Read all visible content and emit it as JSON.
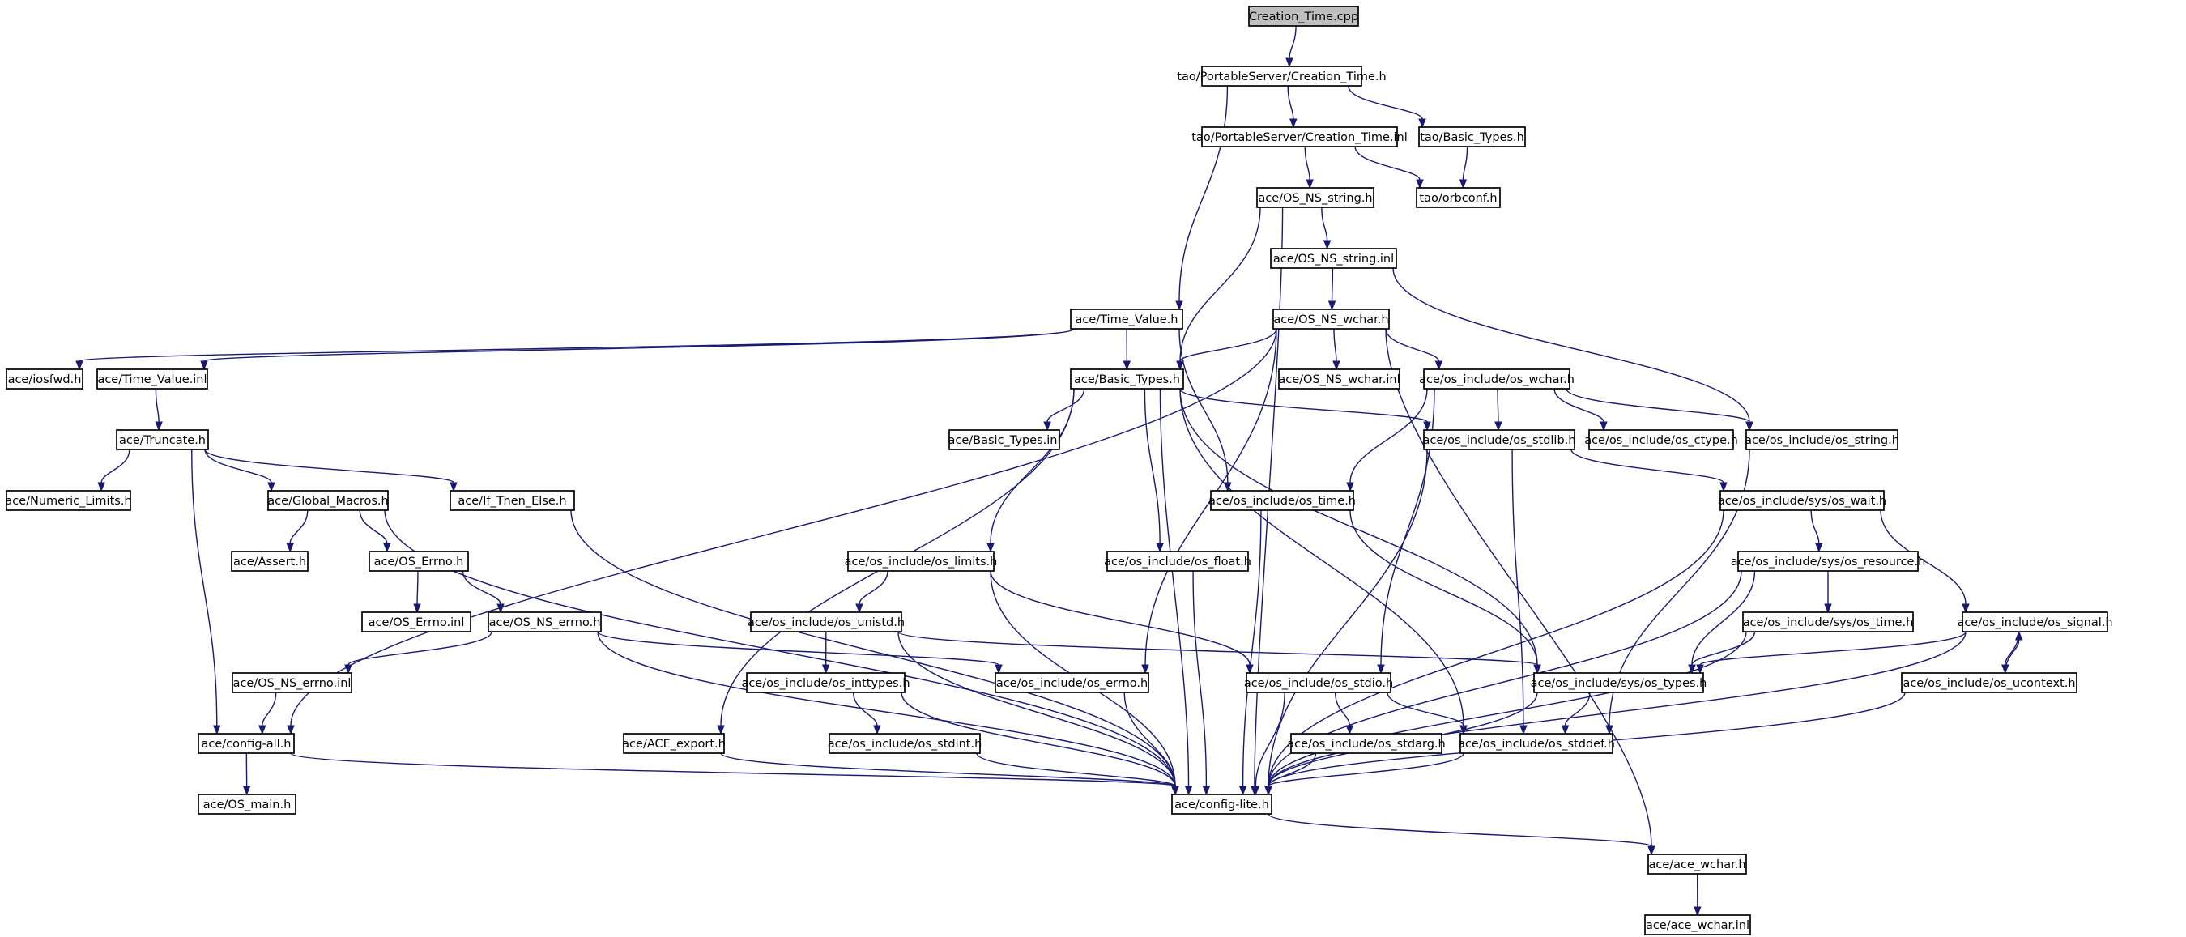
{
  "graph": {
    "nodes": [
      {
        "id": "creation_time_cpp",
        "label": "Creation_Time.cpp",
        "root": true
      },
      {
        "id": "creation_time_h",
        "label": "tao/PortableServer/Creation_Time.h"
      },
      {
        "id": "creation_time_inl",
        "label": "tao/PortableServer/Creation_Time.inl"
      },
      {
        "id": "tao_basic_types_h",
        "label": "tao/Basic_Types.h"
      },
      {
        "id": "orbconf_h",
        "label": "tao/orbconf.h"
      },
      {
        "id": "os_ns_string_h",
        "label": "ace/OS_NS_string.h"
      },
      {
        "id": "os_ns_string_inl",
        "label": "ace/OS_NS_string.inl"
      },
      {
        "id": "time_value_h",
        "label": "ace/Time_Value.h"
      },
      {
        "id": "os_ns_wchar_h",
        "label": "ace/OS_NS_wchar.h"
      },
      {
        "id": "iosfwd_h",
        "label": "ace/iosfwd.h"
      },
      {
        "id": "time_value_inl",
        "label": "ace/Time_Value.inl"
      },
      {
        "id": "ace_basic_types_h",
        "label": "ace/Basic_Types.h"
      },
      {
        "id": "os_ns_wchar_inl",
        "label": "ace/OS_NS_wchar.inl"
      },
      {
        "id": "os_wchar_h",
        "label": "ace/os_include/os_wchar.h"
      },
      {
        "id": "truncate_h",
        "label": "ace/Truncate.h"
      },
      {
        "id": "basic_types_inl",
        "label": "ace/Basic_Types.inl"
      },
      {
        "id": "os_stdlib_h",
        "label": "ace/os_include/os_stdlib.h"
      },
      {
        "id": "os_ctype_h",
        "label": "ace/os_include/os_ctype.h"
      },
      {
        "id": "os_string_h",
        "label": "ace/os_include/os_string.h"
      },
      {
        "id": "numeric_limits_h",
        "label": "ace/Numeric_Limits.h"
      },
      {
        "id": "global_macros_h",
        "label": "ace/Global_Macros.h"
      },
      {
        "id": "if_then_else_h",
        "label": "ace/If_Then_Else.h"
      },
      {
        "id": "os_time_h",
        "label": "ace/os_include/os_time.h"
      },
      {
        "id": "sys_os_wait_h",
        "label": "ace/os_include/sys/os_wait.h"
      },
      {
        "id": "assert_h",
        "label": "ace/Assert.h"
      },
      {
        "id": "os_errno_h",
        "label": "ace/OS_Errno.h"
      },
      {
        "id": "os_limits_h",
        "label": "ace/os_include/os_limits.h"
      },
      {
        "id": "os_float_h",
        "label": "ace/os_include/os_float.h"
      },
      {
        "id": "sys_os_resource_h",
        "label": "ace/os_include/sys/os_resource.h"
      },
      {
        "id": "os_errno_inl",
        "label": "ace/OS_Errno.inl"
      },
      {
        "id": "os_ns_errno_h",
        "label": "ace/OS_NS_errno.h"
      },
      {
        "id": "os_unistd_h",
        "label": "ace/os_include/os_unistd.h"
      },
      {
        "id": "sys_os_time_h",
        "label": "ace/os_include/sys/os_time.h"
      },
      {
        "id": "os_signal_h",
        "label": "ace/os_include/os_signal.h"
      },
      {
        "id": "os_ns_errno_inl",
        "label": "ace/OS_NS_errno.inl"
      },
      {
        "id": "os_inttypes_h",
        "label": "ace/os_include/os_inttypes.h"
      },
      {
        "id": "os_errno_ace_h",
        "label": "ace/os_include/os_errno.h"
      },
      {
        "id": "os_stdio_h",
        "label": "ace/os_include/os_stdio.h"
      },
      {
        "id": "sys_os_types_h",
        "label": "ace/os_include/sys/os_types.h"
      },
      {
        "id": "os_ucontext_h",
        "label": "ace/os_include/os_ucontext.h"
      },
      {
        "id": "config_all_h",
        "label": "ace/config-all.h"
      },
      {
        "id": "os_stdint_h",
        "label": "ace/os_include/os_stdint.h"
      },
      {
        "id": "ace_export_h",
        "label": "ace/ACE_export.h"
      },
      {
        "id": "os_stdarg_h",
        "label": "ace/os_include/os_stdarg.h"
      },
      {
        "id": "os_stddef_h",
        "label": "ace/os_include/os_stddef.h"
      },
      {
        "id": "os_main_h",
        "label": "ace/OS_main.h"
      },
      {
        "id": "config_lite_h",
        "label": "ace/config-lite.h"
      },
      {
        "id": "ace_wchar_h",
        "label": "ace/ace_wchar.h"
      },
      {
        "id": "ace_wchar_inl",
        "label": "ace/ace_wchar.inl"
      }
    ],
    "edges": [
      [
        "creation_time_cpp",
        "creation_time_h"
      ],
      [
        "creation_time_h",
        "creation_time_inl"
      ],
      [
        "creation_time_h",
        "tao_basic_types_h"
      ],
      [
        "creation_time_h",
        "time_value_h"
      ],
      [
        "creation_time_inl",
        "orbconf_h"
      ],
      [
        "creation_time_inl",
        "os_ns_string_h"
      ],
      [
        "tao_basic_types_h",
        "orbconf_h"
      ],
      [
        "os_ns_string_h",
        "os_ns_string_inl"
      ],
      [
        "os_ns_string_h",
        "ace_basic_types_h"
      ],
      [
        "os_ns_string_h",
        "config_lite_h"
      ],
      [
        "os_ns_string_inl",
        "os_ns_wchar_h"
      ],
      [
        "os_ns_string_inl",
        "os_string_h"
      ],
      [
        "time_value_h",
        "iosfwd_h"
      ],
      [
        "time_value_h",
        "time_value_inl"
      ],
      [
        "time_value_h",
        "ace_basic_types_h"
      ],
      [
        "time_value_h",
        "os_time_h"
      ],
      [
        "time_value_inl",
        "truncate_h"
      ],
      [
        "os_ns_wchar_h",
        "ace_basic_types_h"
      ],
      [
        "os_ns_wchar_h",
        "os_ns_wchar_inl"
      ],
      [
        "os_ns_wchar_h",
        "os_wchar_h"
      ],
      [
        "os_ns_wchar_h",
        "config_all_h"
      ],
      [
        "os_ns_wchar_h",
        "os_errno_ace_h"
      ],
      [
        "os_ns_wchar_h",
        "ace_wchar_h"
      ],
      [
        "os_wchar_h",
        "os_stdlib_h"
      ],
      [
        "os_wchar_h",
        "os_ctype_h"
      ],
      [
        "os_wchar_h",
        "os_string_h"
      ],
      [
        "os_wchar_h",
        "os_time_h"
      ],
      [
        "os_wchar_h",
        "os_stdio_h"
      ],
      [
        "ace_basic_types_h",
        "basic_types_inl"
      ],
      [
        "ace_basic_types_h",
        "os_stdlib_h"
      ],
      [
        "ace_basic_types_h",
        "os_limits_h"
      ],
      [
        "ace_basic_types_h",
        "os_float_h"
      ],
      [
        "ace_basic_types_h",
        "ace_export_h"
      ],
      [
        "ace_basic_types_h",
        "config_lite_h"
      ],
      [
        "ace_basic_types_h",
        "os_stddef_h"
      ],
      [
        "ace_basic_types_h",
        "sys_os_types_h"
      ],
      [
        "truncate_h",
        "numeric_limits_h"
      ],
      [
        "truncate_h",
        "global_macros_h"
      ],
      [
        "truncate_h",
        "if_then_else_h"
      ],
      [
        "truncate_h",
        "config_all_h"
      ],
      [
        "global_macros_h",
        "assert_h"
      ],
      [
        "global_macros_h",
        "os_errno_h"
      ],
      [
        "global_macros_h",
        "config_lite_h"
      ],
      [
        "if_then_else_h",
        "config_lite_h"
      ],
      [
        "os_errno_h",
        "os_errno_inl"
      ],
      [
        "os_errno_h",
        "os_ns_errno_h"
      ],
      [
        "os_ns_errno_h",
        "os_ns_errno_inl"
      ],
      [
        "os_ns_errno_h",
        "os_errno_ace_h"
      ],
      [
        "os_ns_errno_h",
        "config_lite_h"
      ],
      [
        "os_ns_errno_inl",
        "config_all_h"
      ],
      [
        "os_stdlib_h",
        "sys_os_wait_h"
      ],
      [
        "os_stdlib_h",
        "os_stddef_h"
      ],
      [
        "os_stdlib_h",
        "config_lite_h"
      ],
      [
        "os_string_h",
        "os_stddef_h"
      ],
      [
        "os_time_h",
        "config_lite_h"
      ],
      [
        "os_time_h",
        "sys_os_types_h"
      ],
      [
        "sys_os_wait_h",
        "sys_os_resource_h"
      ],
      [
        "sys_os_wait_h",
        "os_signal_h"
      ],
      [
        "sys_os_wait_h",
        "config_lite_h"
      ],
      [
        "sys_os_resource_h",
        "sys_os_time_h"
      ],
      [
        "sys_os_resource_h",
        "sys_os_types_h"
      ],
      [
        "sys_os_resource_h",
        "config_lite_h"
      ],
      [
        "sys_os_time_h",
        "sys_os_types_h"
      ],
      [
        "sys_os_time_h",
        "config_lite_h"
      ],
      [
        "os_signal_h",
        "os_ucontext_h"
      ],
      [
        "os_signal_h",
        "sys_os_types_h"
      ],
      [
        "os_signal_h",
        "config_lite_h"
      ],
      [
        "os_ucontext_h",
        "os_signal_h"
      ],
      [
        "os_ucontext_h",
        "config_lite_h"
      ],
      [
        "os_limits_h",
        "os_unistd_h"
      ],
      [
        "os_limits_h",
        "os_stdio_h"
      ],
      [
        "os_limits_h",
        "config_lite_h"
      ],
      [
        "os_unistd_h",
        "os_inttypes_h"
      ],
      [
        "os_unistd_h",
        "sys_os_types_h"
      ],
      [
        "os_unistd_h",
        "config_lite_h"
      ],
      [
        "os_inttypes_h",
        "os_stdint_h"
      ],
      [
        "os_inttypes_h",
        "config_lite_h"
      ],
      [
        "os_stdint_h",
        "config_lite_h"
      ],
      [
        "os_errno_ace_h",
        "config_lite_h"
      ],
      [
        "os_stdio_h",
        "os_stdarg_h"
      ],
      [
        "os_stdio_h",
        "os_stddef_h"
      ],
      [
        "os_stdio_h",
        "config_lite_h"
      ],
      [
        "os_stdarg_h",
        "config_lite_h"
      ],
      [
        "sys_os_types_h",
        "os_stddef_h"
      ],
      [
        "sys_os_types_h",
        "config_lite_h"
      ],
      [
        "os_stddef_h",
        "config_lite_h"
      ],
      [
        "os_float_h",
        "config_lite_h"
      ],
      [
        "ace_export_h",
        "config_lite_h"
      ],
      [
        "config_all_h",
        "os_main_h"
      ],
      [
        "config_all_h",
        "config_lite_h"
      ],
      [
        "config_lite_h",
        "ace_wchar_h"
      ],
      [
        "ace_wchar_h",
        "ace_wchar_inl"
      ]
    ]
  }
}
